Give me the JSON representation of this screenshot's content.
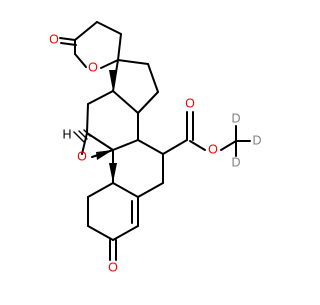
{
  "structure": {
    "atom_labels": {
      "lactone_carbonyl_oxygen": "O",
      "lactone_ring_oxygen": "O",
      "epoxide_oxygen": "O",
      "ketone_oxygen": "O",
      "ester_carbonyl_oxygen": "O",
      "ester_ether_oxygen": "O",
      "deuterium_top": "D",
      "deuterium_right": "D",
      "deuterium_bottom": "D",
      "stereo_hydrogen": "H"
    },
    "colors": {
      "bond": "#000000",
      "oxygen": "#ff0000",
      "deuterium": "#808080",
      "hydrogen": "#000000",
      "background": "#ffffff"
    }
  }
}
